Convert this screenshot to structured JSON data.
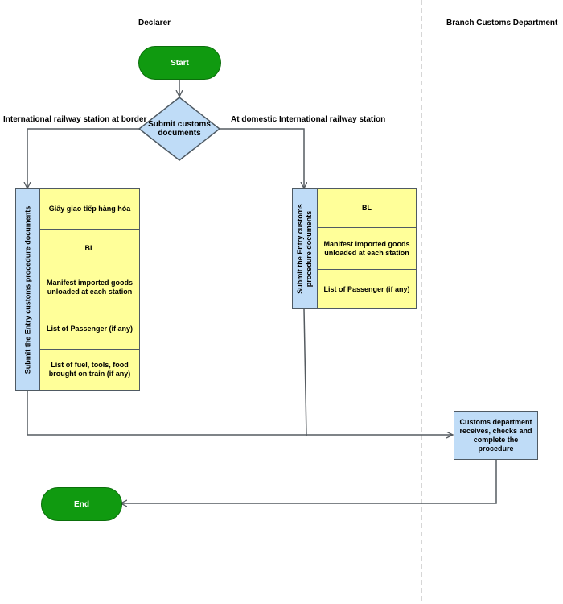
{
  "lanes": {
    "declarer": "Declarer",
    "branch": "Branch Customs Department"
  },
  "nodes": {
    "start": "Start",
    "decision": "Submit customs documents",
    "left_bar": "Submit the Entry customs procedure documents",
    "right_bar": "Submit the Entry customs procedure documents",
    "process": "Customs department receives, checks and complete the procedure",
    "end": "End"
  },
  "edge_labels": {
    "left": "International railway station at border",
    "right": "At domestic International railway station"
  },
  "left_docs": [
    "Giấy giao tiếp hàng hóa",
    "BL",
    "Manifest imported goods unloaded at each station",
    "List of Passenger (if any)",
    "List of fuel, tools, food brought on train (if any)"
  ],
  "right_docs": [
    "BL",
    "Manifest imported goods unloaded at each station",
    "List of Passenger (if any)"
  ],
  "colors": {
    "terminal": "#109a10",
    "decision": "#bfdcf7",
    "document": "#ffff99",
    "connector": "#555b60",
    "lane_divider": "#bbbbbb"
  }
}
